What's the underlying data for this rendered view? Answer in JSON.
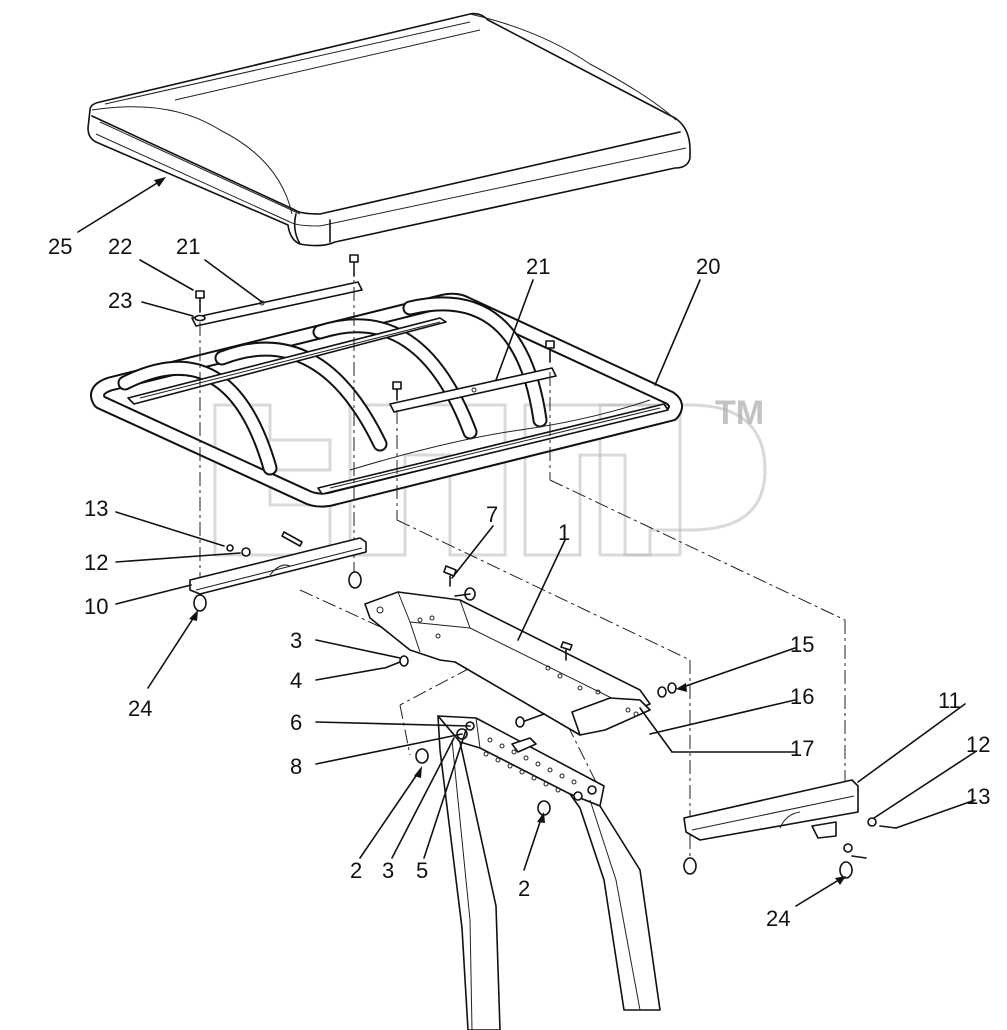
{
  "watermark": {
    "trademark": "TM"
  },
  "callouts": [
    {
      "id": "c25a",
      "text": "25"
    },
    {
      "id": "c22",
      "text": "22"
    },
    {
      "id": "c21a",
      "text": "21"
    },
    {
      "id": "c23",
      "text": "23"
    },
    {
      "id": "c21b",
      "text": "21"
    },
    {
      "id": "c20",
      "text": "20"
    },
    {
      "id": "c13a",
      "text": "13"
    },
    {
      "id": "c7",
      "text": "7"
    },
    {
      "id": "c1",
      "text": "1"
    },
    {
      "id": "c12a",
      "text": "12"
    },
    {
      "id": "c10",
      "text": "10"
    },
    {
      "id": "c24a",
      "text": "24"
    },
    {
      "id": "c3a",
      "text": "3"
    },
    {
      "id": "c15",
      "text": "15"
    },
    {
      "id": "c4",
      "text": "4"
    },
    {
      "id": "c16",
      "text": "16"
    },
    {
      "id": "c11",
      "text": "11"
    },
    {
      "id": "c6",
      "text": "6"
    },
    {
      "id": "c17",
      "text": "17"
    },
    {
      "id": "c12b",
      "text": "12"
    },
    {
      "id": "c8",
      "text": "8"
    },
    {
      "id": "c13b",
      "text": "13"
    },
    {
      "id": "c2a",
      "text": "2"
    },
    {
      "id": "c3b",
      "text": "3"
    },
    {
      "id": "c5",
      "text": "5"
    },
    {
      "id": "c2b",
      "text": "2"
    },
    {
      "id": "c24b",
      "text": "24"
    }
  ]
}
